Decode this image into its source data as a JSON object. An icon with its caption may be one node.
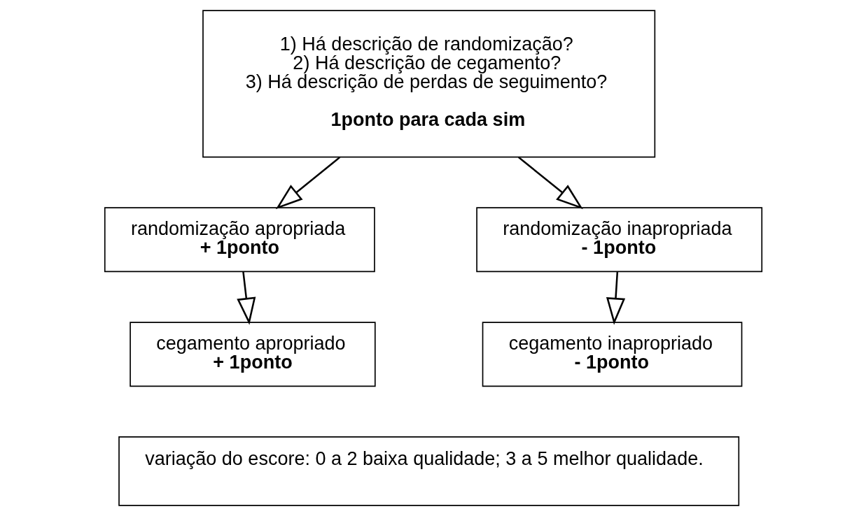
{
  "diagram": {
    "nodes": [
      {
        "text": [
          "1) Há descrição de randomização?",
          "2) Há descrição de cegamento?",
          "3) Há descrição de perdas de seguimento?",
          "1ponto para cada sim"
        ]
      },
      {
        "text": [
          "randomização apropriada",
          "+ 1ponto"
        ]
      },
      {
        "text": [
          "randomização inapropriada",
          "- 1ponto"
        ]
      },
      {
        "text": [
          "cegamento apropriado",
          "+ 1ponto"
        ]
      },
      {
        "text": [
          "cegamento inapropriado",
          "- 1ponto"
        ]
      },
      {
        "text": [
          "variação do escore: 0 a 2 baixa qualidade; 3 a 5 melhor qualidade."
        ]
      }
    ],
    "edges": [
      {
        "from": 0,
        "to": 1,
        "arrow": "to"
      },
      {
        "from": 0,
        "to": 2,
        "arrow": "to"
      },
      {
        "from": 1,
        "to": 3,
        "arrow": "to"
      },
      {
        "from": 2,
        "to": 4,
        "arrow": "to"
      }
    ]
  }
}
